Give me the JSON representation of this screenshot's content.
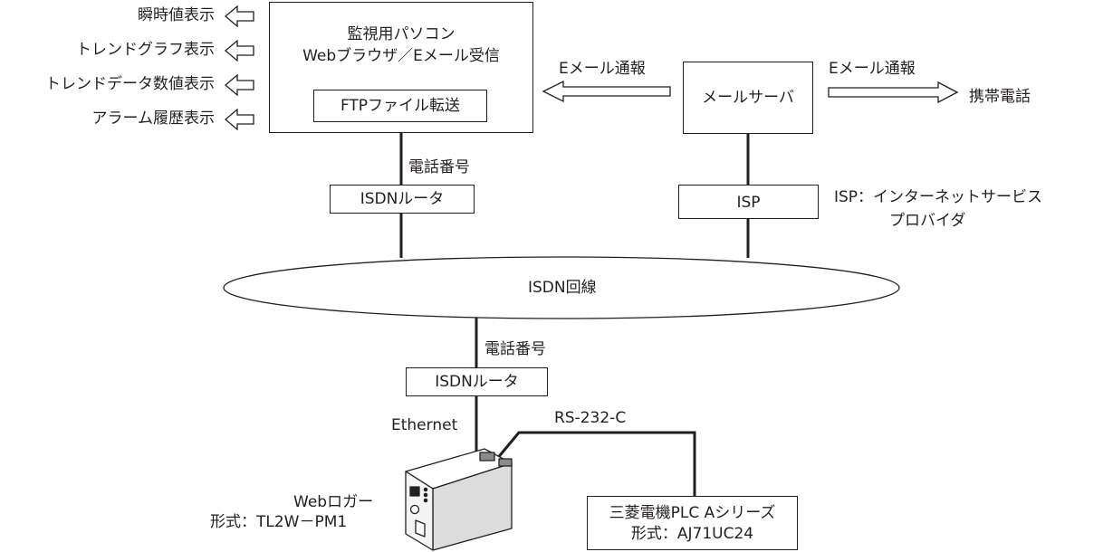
{
  "pc": {
    "title": "監視用パソコン",
    "subtitle": "Webブラウザ／Eメール受信",
    "ftp": "FTPファイル転送"
  },
  "displays": [
    "瞬時値表示",
    "トレンドグラフ表示",
    "トレンドデータ数値表示",
    "アラーム履歴表示"
  ],
  "mail_server": "メールサーバ",
  "email_notify_left": "Eメール通報",
  "email_notify_right": "Eメール通報",
  "mobile_phone": "携帯電話",
  "phone_number_top": "電話番号",
  "isdn_router_top": "ISDNルータ",
  "isp_box": "ISP",
  "isp_note_line1": "ISP：インターネットサービス",
  "isp_note_line2": "プロバイダ",
  "isdn_line": "ISDN回線",
  "phone_number_bottom": "電話番号",
  "isdn_router_bottom": "ISDNルータ",
  "ethernet": "Ethernet",
  "rs232c": "RS-232-C",
  "web_logger": {
    "name": "Webロガー",
    "model": "形式：TL2W－PM1"
  },
  "plc": {
    "name": "三菱電機PLC Aシリーズ",
    "model": "形式：AJ71UC24"
  }
}
